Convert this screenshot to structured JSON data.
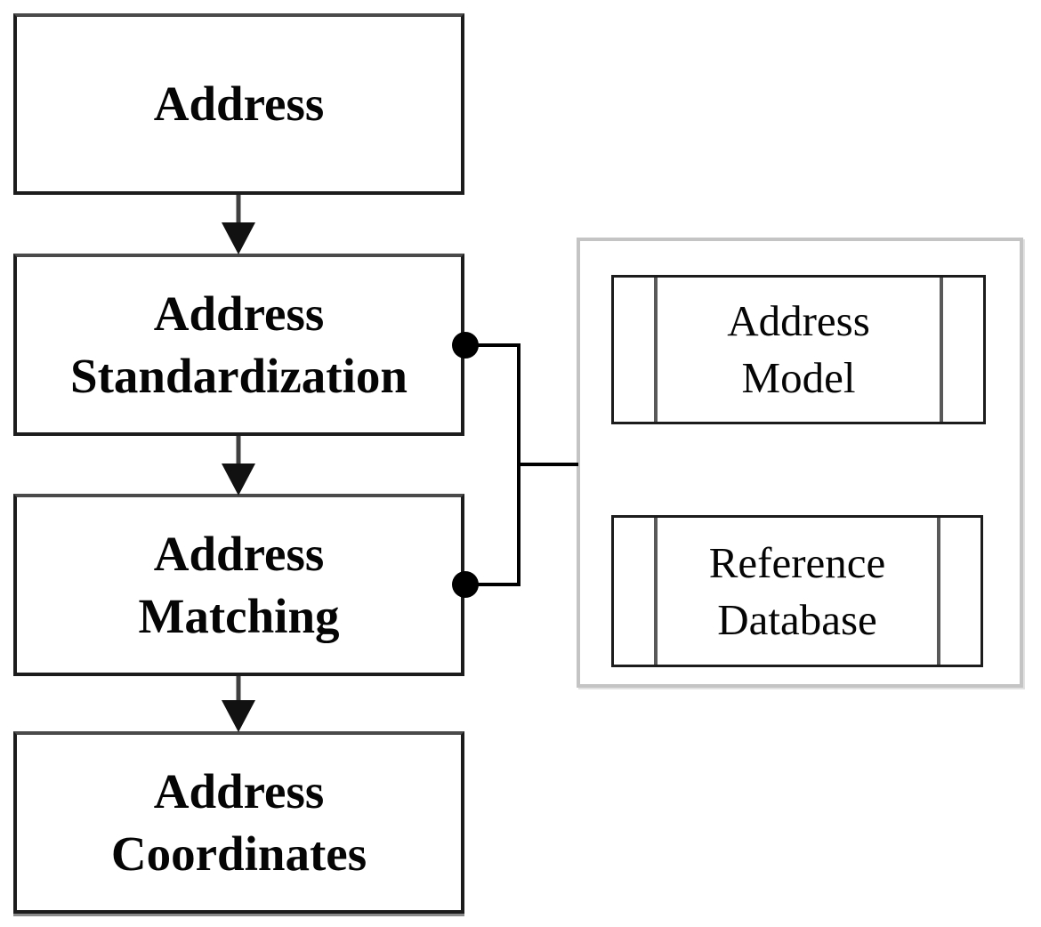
{
  "diagram_title": "",
  "colors": {
    "background": "#ffffff",
    "node_border": "#1c1c1c",
    "container_border": "#c4c4c4",
    "side_bar": "#595959",
    "connector": "#000000",
    "arrow_stem": "#3f3f3f",
    "arrow_head": "#111111",
    "text": "#050505"
  },
  "nodes": [
    {
      "name": "address",
      "lines": [
        "Address"
      ]
    },
    {
      "name": "address-standardization",
      "lines": [
        "Address",
        "Standardization"
      ]
    },
    {
      "name": "address-matching",
      "lines": [
        "Address",
        "Matching"
      ]
    },
    {
      "name": "address-coordinates",
      "lines": [
        "Address",
        "Coordinates"
      ]
    }
  ],
  "resources": [
    {
      "name": "address-model",
      "lines": [
        "Address",
        "Model"
      ]
    },
    {
      "name": "reference-database",
      "lines": [
        "Reference",
        "Database"
      ]
    }
  ],
  "connections": [
    {
      "from": "address",
      "to": "address-standardization",
      "type": "arrow"
    },
    {
      "from": "address-standardization",
      "to": "address-matching",
      "type": "arrow"
    },
    {
      "from": "address-matching",
      "to": "address-coordinates",
      "type": "arrow"
    },
    {
      "from": "address-standardization",
      "to": "resource-container",
      "type": "dot-link"
    },
    {
      "from": "address-matching",
      "to": "resource-container",
      "type": "dot-link"
    }
  ]
}
